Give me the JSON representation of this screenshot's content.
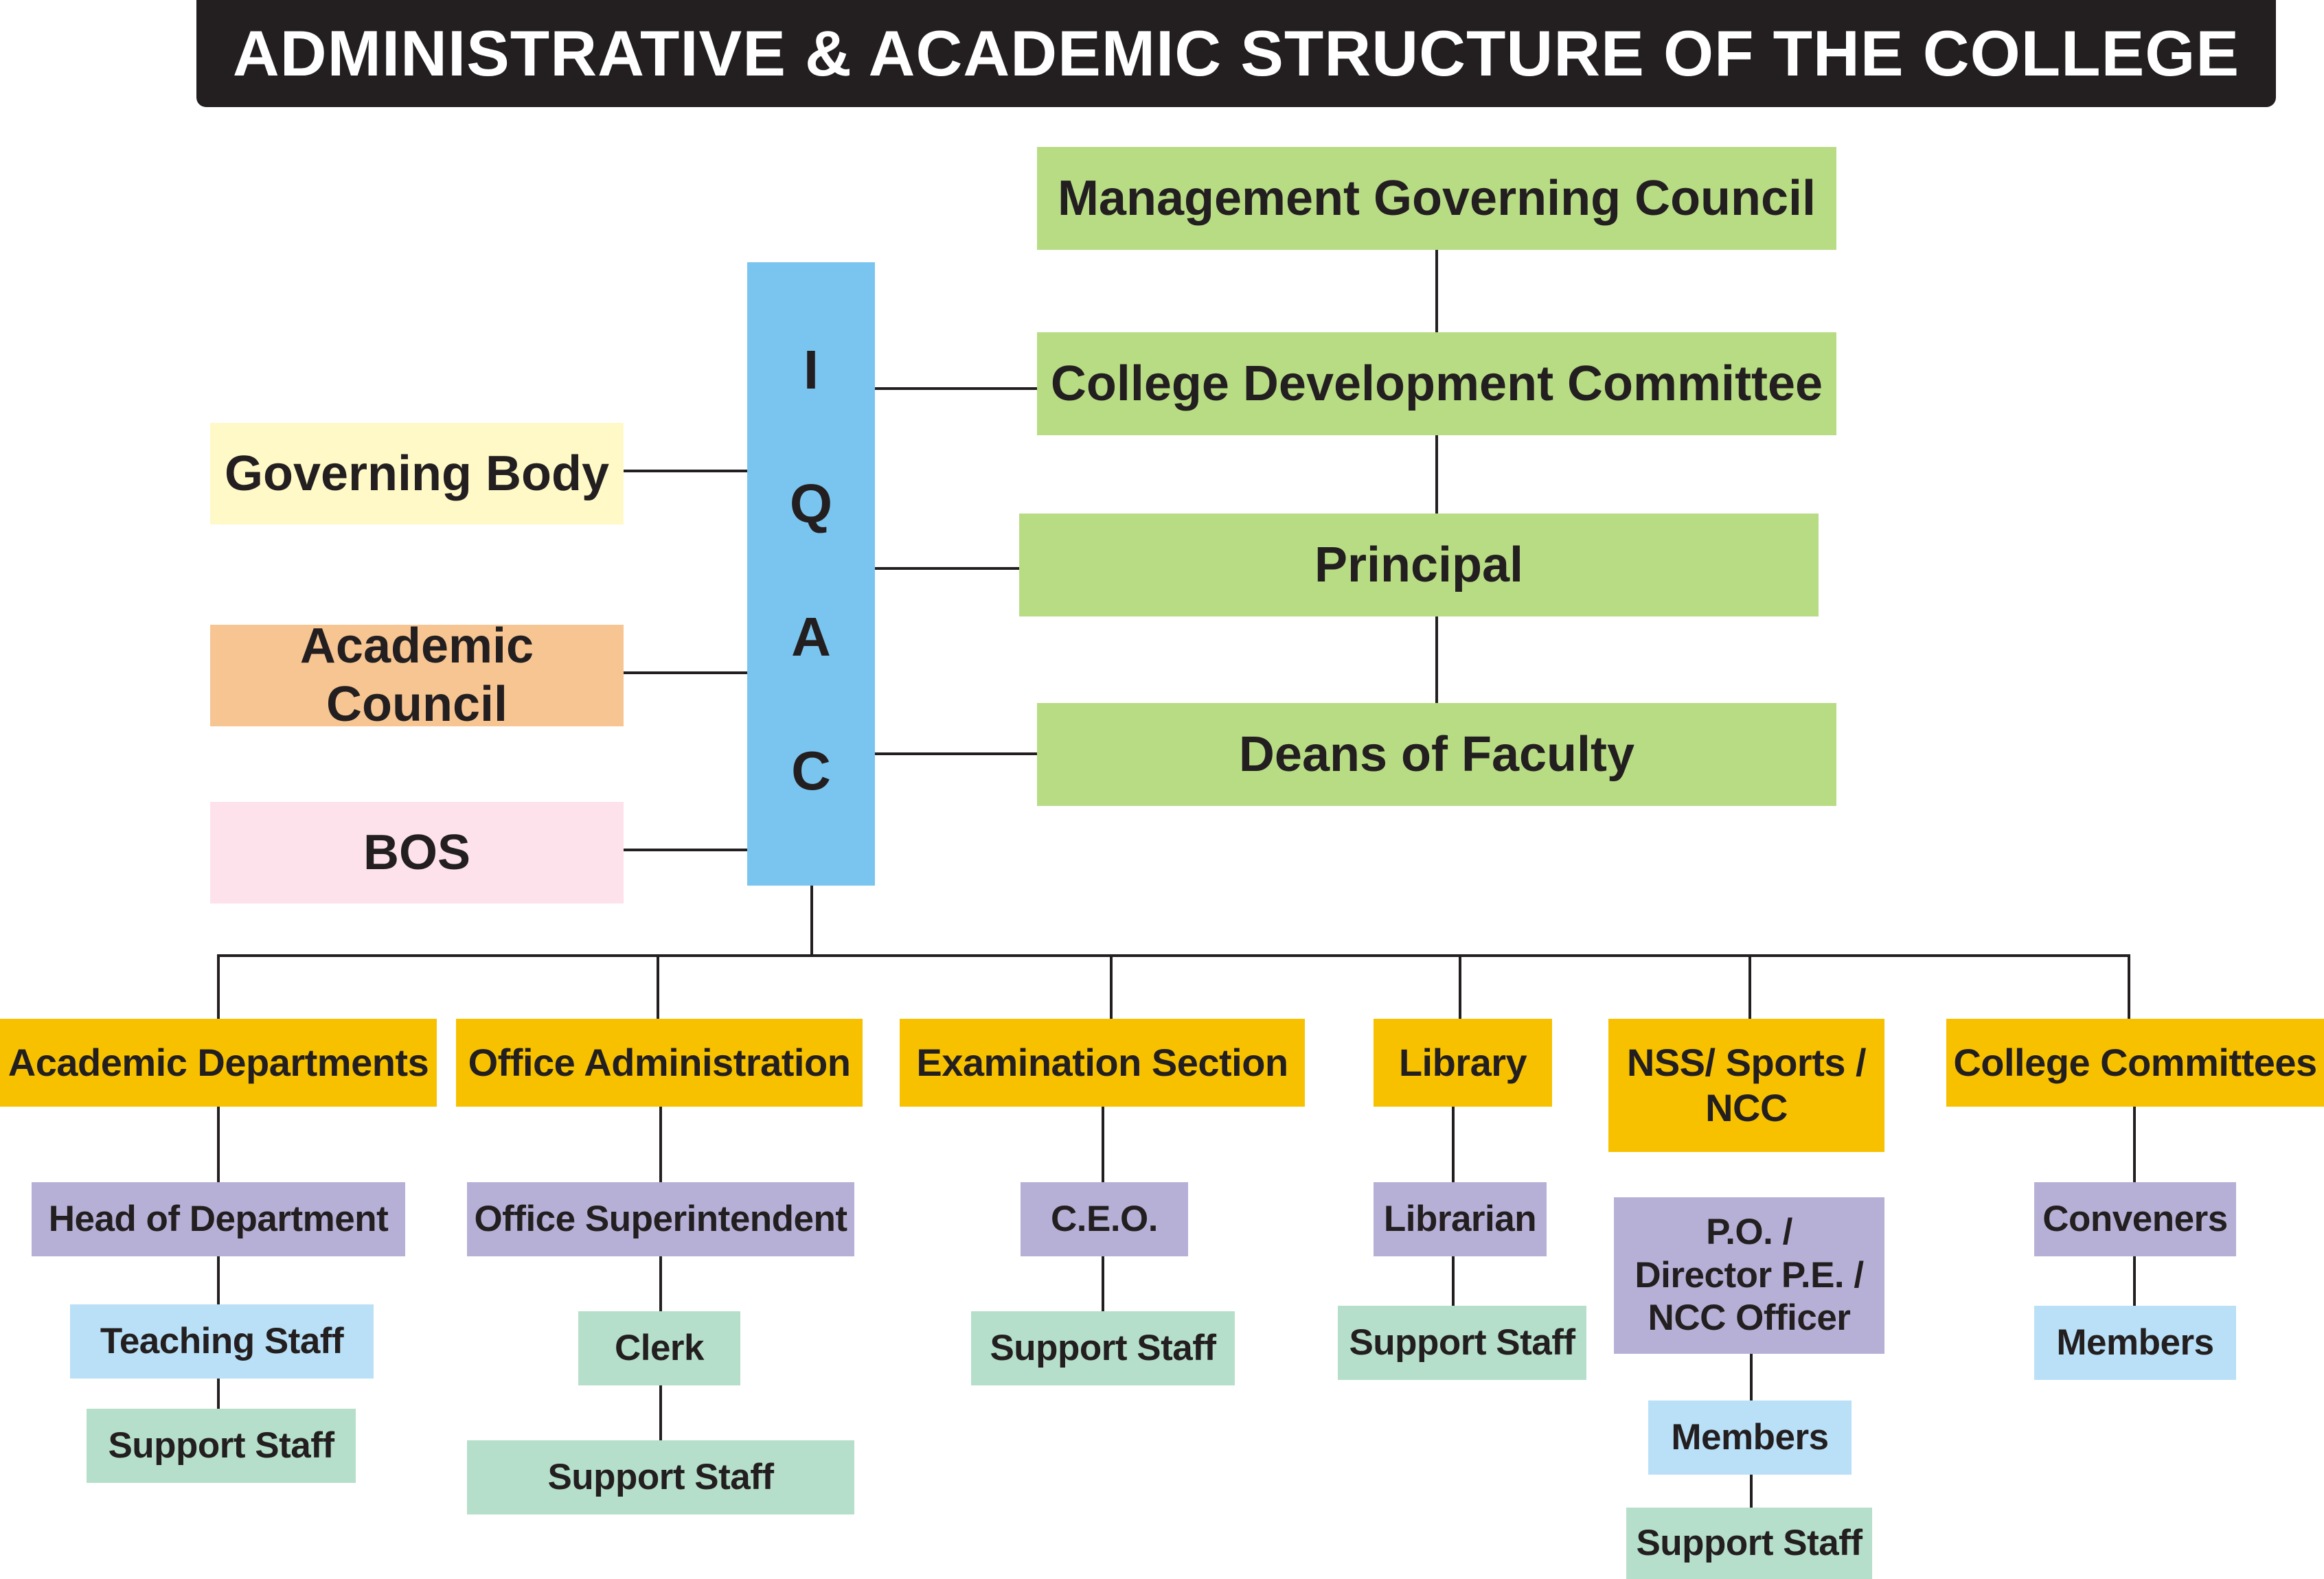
{
  "title": "ADMINISTRATIVE & ACADEMIC STRUCTURE OF THE COLLEGE",
  "iqac": {
    "letters": [
      "I",
      "Q",
      "A",
      "C"
    ]
  },
  "management_chain": {
    "management_governing_council": "Management Governing Council",
    "college_development_committee": "College Development Committee",
    "principal": "Principal",
    "deans_of_faculty": "Deans of Faculty"
  },
  "bodies": {
    "governing_body": "Governing Body",
    "academic_council": "Academic Council",
    "bos": "BOS"
  },
  "branches": {
    "academic_departments": {
      "label": "Academic Departments",
      "head": "Head of Department",
      "level2": "Teaching Staff",
      "level3": "Support Staff"
    },
    "office_administration": {
      "label": "Office Administration",
      "head": "Office Superintendent",
      "level2": "Clerk",
      "level3": "Support Staff"
    },
    "examination_section": {
      "label": "Examination Section",
      "head": "C.E.O.",
      "level2": "Support Staff"
    },
    "library": {
      "label": "Library",
      "head": "Librarian",
      "level2": "Support Staff"
    },
    "nss_sports_ncc": {
      "label_line1": "NSS/ Sports /",
      "label_line2": "NCC",
      "head_line1": "P.O. /",
      "head_line2": "Director P.E. /",
      "head_line3": "NCC Officer",
      "level2": "Members",
      "level3": "Support Staff"
    },
    "college_committees": {
      "label": "College Committees",
      "head": "Conveners",
      "level2": "Members"
    }
  },
  "colors": {
    "title_bar": "#231f20",
    "management_chain": "#b8dc84",
    "governing_body": "#fff9c8",
    "academic_council": "#f6c592",
    "bos": "#fde2ec",
    "iqac": "#7ac5ef",
    "branch_headers": "#f7c100",
    "heads": "#b7b0d6",
    "staff_blue": "#b9e0f7",
    "staff_mint": "#b5dfca"
  }
}
